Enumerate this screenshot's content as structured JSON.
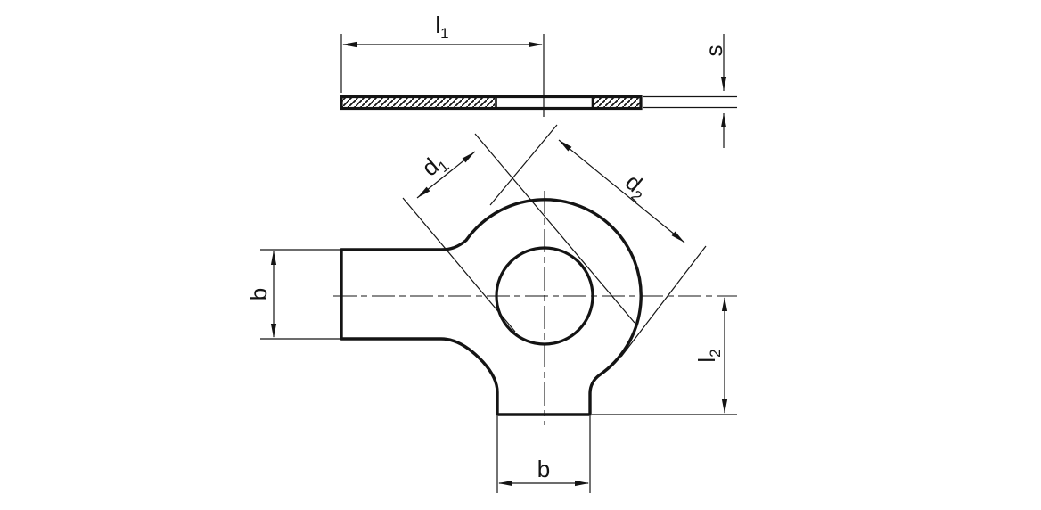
{
  "drawing": {
    "background": "#ffffff",
    "line_color": "#141414",
    "labels": {
      "l1": {
        "main": "l",
        "sub": "1"
      },
      "s": {
        "main": "s"
      },
      "d1": {
        "main": "d",
        "sub": "1"
      },
      "d2": {
        "main": "d",
        "sub": "2"
      },
      "b_left": {
        "main": "b"
      },
      "b_bottom": {
        "main": "b"
      },
      "l2": {
        "main": "l",
        "sub": "2"
      }
    }
  }
}
